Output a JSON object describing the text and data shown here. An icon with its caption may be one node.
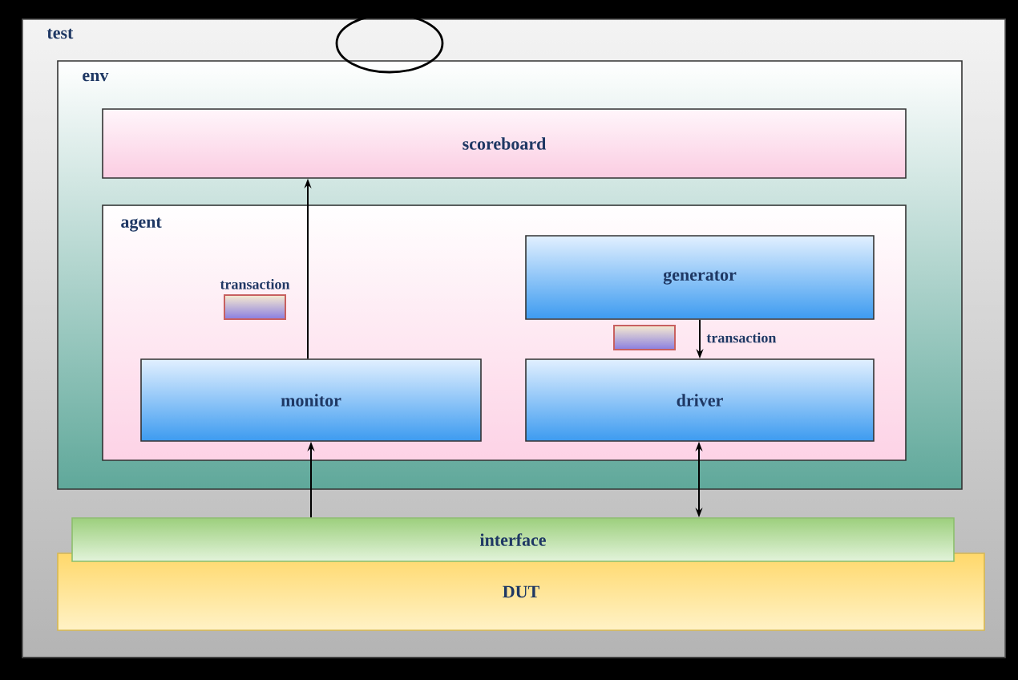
{
  "diagram": {
    "nodes": [
      {
        "text": [
          "test"
        ]
      },
      {
        "text": [],
        "shape": "circle"
      },
      {
        "text": [
          "env"
        ],
        "in": 0
      },
      {
        "text": [
          "scoreboard"
        ],
        "in": 2
      },
      {
        "text": [
          "agent"
        ],
        "in": 2
      },
      {
        "text": [
          "generator"
        ],
        "in": 4
      },
      {
        "text": [],
        "shape": "box",
        "beside": [
          "transaction"
        ],
        "in": 4
      },
      {
        "text": [],
        "shape": "box",
        "in": 4
      },
      {
        "text": [
          "monitor"
        ],
        "in": 4
      },
      {
        "text": [
          "driver"
        ],
        "in": 4
      },
      {
        "text": [
          "interface"
        ],
        "in": 0
      },
      {
        "text": [
          "DUT"
        ],
        "in": 0
      }
    ],
    "edges": [
      {
        "from": 8,
        "to": 3,
        "arrow": "to"
      },
      {
        "from": 5,
        "to": 9,
        "arrow": "to",
        "label": "transaction"
      },
      {
        "from": 10,
        "to": 8,
        "arrow": "to"
      },
      {
        "from": 9,
        "to": 10,
        "arrow": "both"
      }
    ]
  }
}
